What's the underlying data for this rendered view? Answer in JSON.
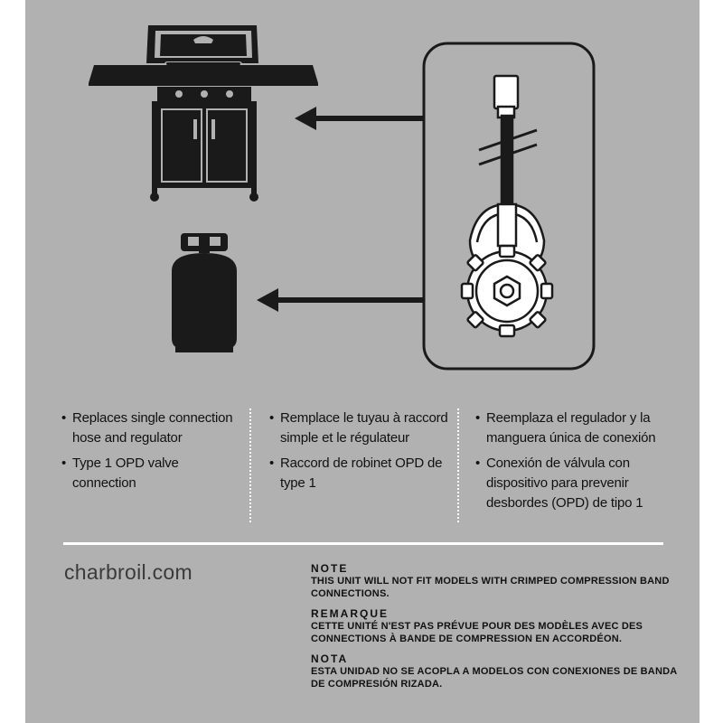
{
  "bullets": {
    "en": [
      "Replaces single connection hose and regulator",
      "Type 1 OPD valve connection"
    ],
    "fr": [
      "Remplace le tuyau à raccord simple et le régulateur",
      "Raccord de robinet OPD de type 1"
    ],
    "es": [
      "Reemplaza el regulador y la manguera única de conexión",
      "Conexión de válvula con dispositivo para prevenir desbordes (OPD) de tipo 1"
    ]
  },
  "website": "charbroil.com",
  "notes": [
    {
      "heading": "NOTE",
      "text": "THIS UNIT WILL NOT FIT MODELS WITH CRIMPED COMPRESSION BAND CONNECTIONS."
    },
    {
      "heading": "REMARQUE",
      "text": "CETTE UNITÉ N'EST PAS PRÉVUE POUR DES MODÈLES AVEC DES CONNECTIONS À BANDE DE COMPRESSION EN ACCORDÉON."
    },
    {
      "heading": "NOTA",
      "text": "ESTA UNIDAD NO SE ACOPLA A MODELOS CON CONEXIONES DE BANDA DE COMPRESIÓN RIZADA."
    }
  ],
  "colors": {
    "background": "#b2b1b2",
    "ink": "#1a1a1a",
    "white": "#ffffff"
  }
}
